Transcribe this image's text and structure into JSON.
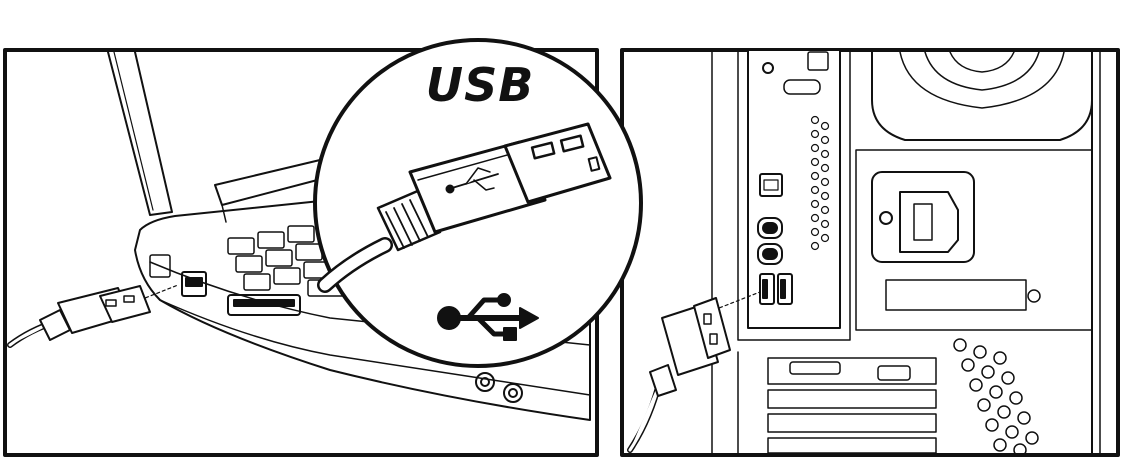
{
  "callout": {
    "title": "USB",
    "symbol": "usb-trident-icon"
  },
  "panels": [
    {
      "name": "laptop-panel",
      "subject": "laptop-side-ports"
    },
    {
      "name": "desktop-panel",
      "subject": "desktop-tower-rear-panel"
    }
  ]
}
